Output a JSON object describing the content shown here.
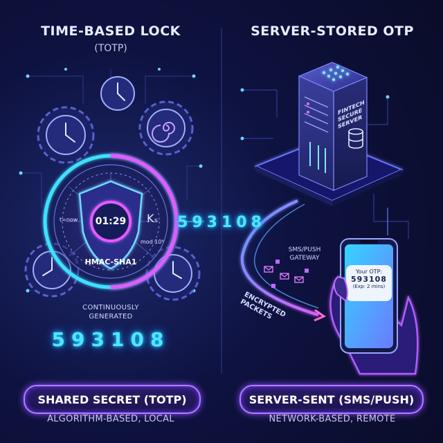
{
  "left": {
    "title": "TIME-BASED LOCK",
    "subtitle": "(TOTP)",
    "timer": "01:29",
    "t_now": "t=now",
    "ks": "Kₛ",
    "mod": "mod 10⁶",
    "hmac": "HMAC-SHA1",
    "continuously": "CONTINUOUSLY",
    "generated": "GENERATED",
    "code": "593108",
    "pill": "SHARED SECRET (TOTP)",
    "caption": "ALGORITHM-BASED, LOCAL"
  },
  "middle_code": "593108",
  "right": {
    "title": "SERVER-STORED OTP",
    "server_label": [
      "FINTECH",
      "SECURE",
      "SERVER"
    ],
    "gateway": [
      "SMS/PUSH",
      "GATEWAY"
    ],
    "packets": [
      "ENCRYPTED",
      "PACKETS"
    ],
    "phone": {
      "line1": "Your OTP:",
      "code": "593108",
      "exp": "(Exp: 2 mins)"
    },
    "pill": "SERVER-SENT (SMS/PUSH)",
    "caption": "NETWORK-BASED, REMOTE"
  },
  "colors": {
    "cyan": "#4fe6ff",
    "magenta": "#d65cff",
    "purple": "#8a4dff",
    "bg": "#0b0d2a"
  }
}
